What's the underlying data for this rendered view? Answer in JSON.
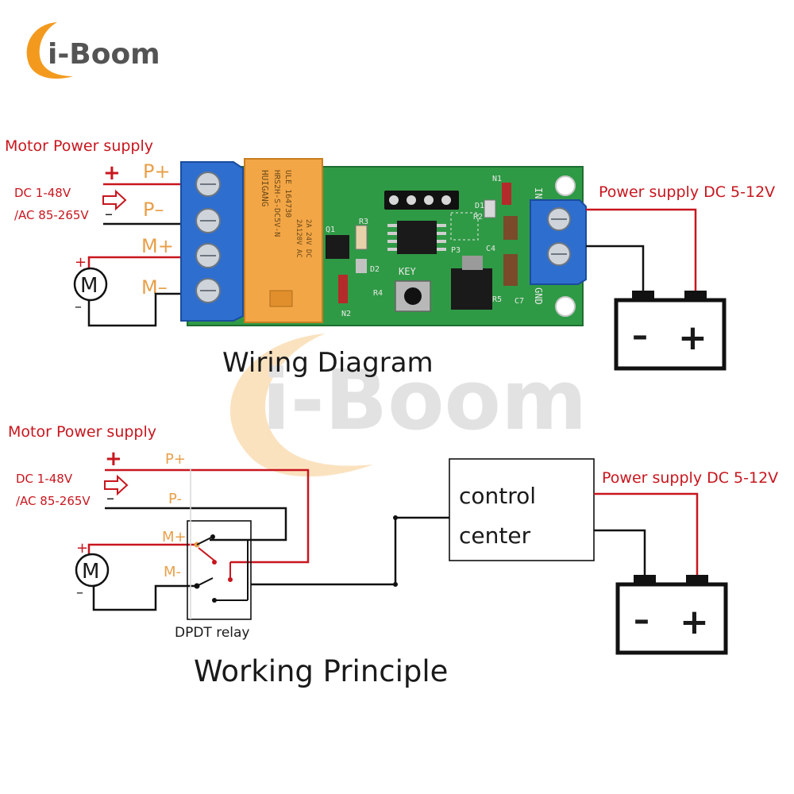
{
  "brand": {
    "name": "i-Boom",
    "accent_color": "#f39a1e",
    "text_color": "#545454"
  },
  "colors": {
    "wire_red": "#c8161e",
    "wire_black": "#111111",
    "label_red": "#c8161e",
    "label_orange": "#e8a04a",
    "pcb_green": "#2f9a45",
    "terminal_blue": "#2e6ecf",
    "relay_orange": "#f3a646"
  },
  "wiring_diagram": {
    "title": "Wiring Diagram",
    "motor_supply_label": "Motor Power supply",
    "dc_label": "DC 1-48V",
    "ac_label": "/AC 85-265V",
    "plus_sign": "+",
    "minus_sign": "–",
    "terminals": [
      "P+",
      "P–",
      "M+",
      "M–"
    ],
    "motor_symbol": "M",
    "motor_plus": "+",
    "motor_minus": "–",
    "power_supply_label": "Power supply DC 5-12V",
    "battery_minus": "–",
    "battery_plus": "+",
    "board_labels": {
      "in": "IN",
      "gnd": "GND",
      "key": "KEY",
      "relay_line1": "HUIGANG",
      "relay_line2": "HRS2H-S-DC5V-N",
      "relay_line3": "ULE 164730",
      "relay_line4": "2A120V AC",
      "relay_line5": "2A 24V DC",
      "parts": [
        "R3",
        "Q1",
        "D2",
        "R4",
        "N2",
        "D1",
        "R2",
        "N1",
        "P3",
        "C4",
        "C7",
        "R5"
      ]
    }
  },
  "working_principle": {
    "title": "Working Principle",
    "motor_supply_label": "Motor Power supply",
    "dc_label": "DC 1-48V",
    "ac_label": "/AC 85-265V",
    "plus_sign": "+",
    "minus_sign": "–",
    "terminals": [
      "P+",
      "P-",
      "M+",
      "M-"
    ],
    "motor_symbol": "M",
    "motor_plus": "+",
    "motor_minus": "–",
    "relay_label": "DPDT relay",
    "control_line1": "control",
    "control_line2": "center",
    "power_supply_label": "Power supply DC 5-12V",
    "battery_minus": "–",
    "battery_plus": "+"
  }
}
